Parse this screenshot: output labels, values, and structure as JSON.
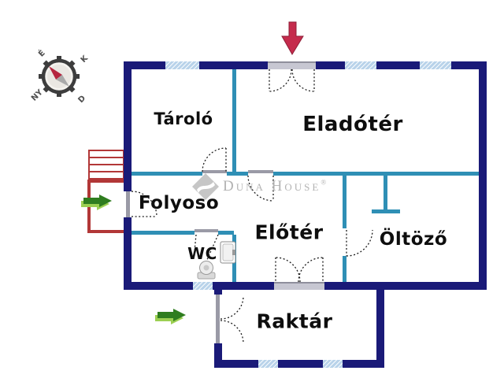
{
  "compass": {
    "north": "É",
    "east": "K",
    "west": "NY",
    "south": "D"
  },
  "rooms": {
    "storage": "Tároló",
    "sales_area": "Eladótér",
    "corridor": "Folyoso",
    "foyer": "Előtér",
    "dressing_room": "Öltöző",
    "wc": "WC",
    "warehouse": "Raktár"
  },
  "watermark": {
    "brand": "Duna House",
    "registered": "®"
  },
  "colors": {
    "wall": "#1a1a78",
    "interior_wall": "#2f8fb5",
    "window_fill": "#b9d3ea",
    "entrance_arrow": "#c52b4c",
    "arrow_dark": "#2f7d1f",
    "arrow_light": "#9ccf52",
    "stairs": "#b23737",
    "watermark_gray": "#b3b3b3"
  }
}
